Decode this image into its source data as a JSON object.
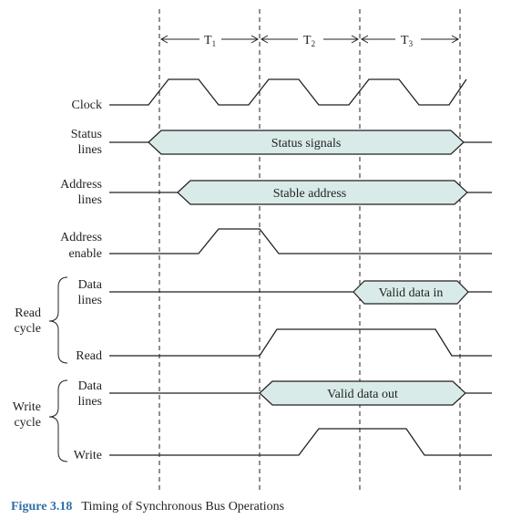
{
  "periods": [
    {
      "name": "T",
      "sub": "1"
    },
    {
      "name": "T",
      "sub": "2"
    },
    {
      "name": "T",
      "sub": "3"
    }
  ],
  "signals": {
    "clock": "Clock",
    "status_1": "Status",
    "status_2": "lines",
    "address_1": "Address",
    "address_2": "lines",
    "enable_1": "Address",
    "enable_2": "enable",
    "read_data_1": "Data",
    "read_data_2": "lines",
    "read": "Read",
    "write_data_1": "Data",
    "write_data_2": "lines",
    "write": "Write"
  },
  "groups": {
    "read_1": "Read",
    "read_2": "cycle",
    "write_1": "Write",
    "write_2": "cycle"
  },
  "bus_labels": {
    "status": "Status signals",
    "address": "Stable address",
    "data_in": "Valid data in",
    "data_out": "Valid data out"
  },
  "caption": {
    "number": "Figure 3.18",
    "text": "Timing of Synchronous Bus Operations"
  },
  "colors": {
    "bus_fill": "#d8ebe8",
    "ink": "#231f20",
    "caption_accent": "#2f6fa8"
  }
}
